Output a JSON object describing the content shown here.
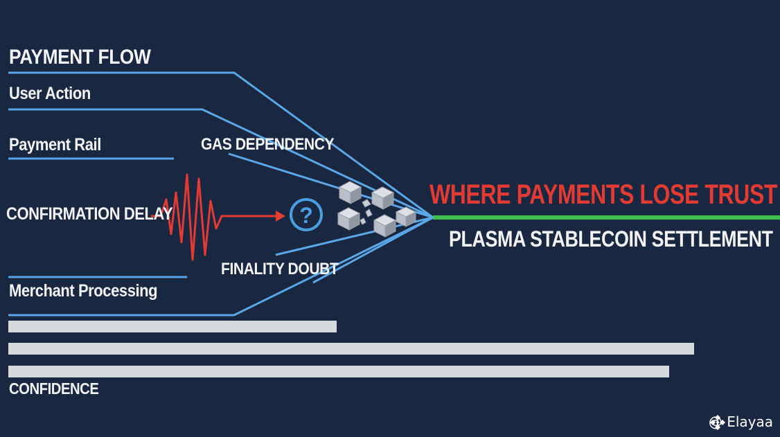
{
  "title": "PAYMENT FLOW",
  "labels": {
    "user_action": "User Action",
    "payment_rail": "Payment Rail",
    "confirmation_delay": "CONFIRMATION DELAY",
    "merchant_processing": "Merchant Processing",
    "gas_dependency": "GAS DEPENDENCY",
    "finality_doubt": "FINALITY DOUBT",
    "confidence": "CONFIDENCE"
  },
  "headline": "WHERE PAYMENTS LOSE TRUST",
  "subheadline": "PLASMA STABLECOIN SETTLEMENT",
  "question_symbol": "?",
  "icons": [
    "pulse-icon",
    "arrow-right-icon",
    "question-icon",
    "broken-blocks-icon",
    "binance-logo-icon"
  ],
  "watermark": "@ Elayaa",
  "colors": {
    "background": "#1a2740",
    "flow_lines": "#5aa6e6",
    "pulse": "#e23b33",
    "headline": "#e23b33",
    "settlement_line": "#3fbf4e",
    "confidence_bars": "#d5d8dc",
    "question": "#4a9ee0"
  }
}
